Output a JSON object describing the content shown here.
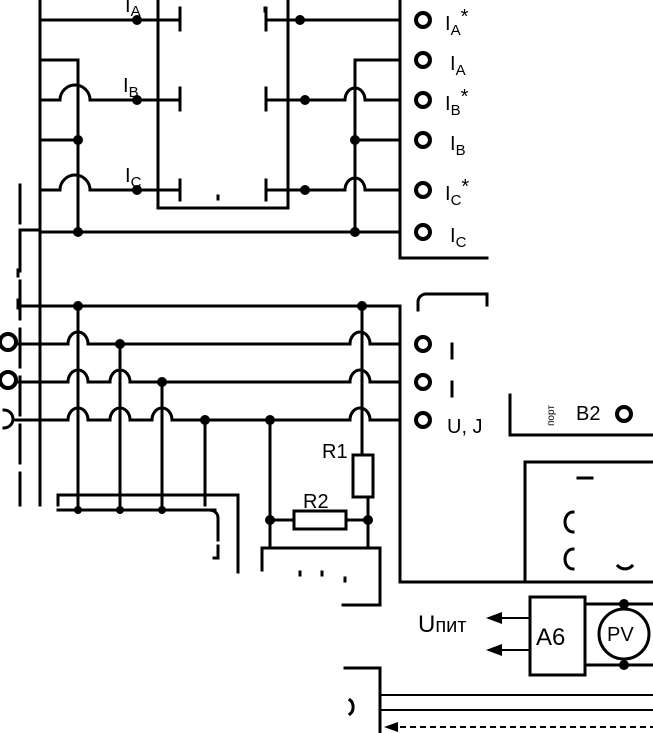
{
  "current_terminals": {
    "ia_star": {
      "main": "I",
      "sub": "A",
      "star": "*"
    },
    "ia": {
      "main": "I",
      "sub": "A"
    },
    "ib_star": {
      "main": "I",
      "sub": "B",
      "star": "*"
    },
    "ib": {
      "main": "I",
      "sub": "B"
    },
    "ic_star": {
      "main": "I",
      "sub": "C",
      "star": "*"
    },
    "ic": {
      "main": "I",
      "sub": "C"
    }
  },
  "phase_labels": {
    "a": {
      "main": "I",
      "sub": "A"
    },
    "b": {
      "main": "I",
      "sub": "B"
    },
    "c": {
      "main": "I",
      "sub": "C"
    }
  },
  "resistors": {
    "r1": "R1",
    "r2": "R2"
  },
  "port": {
    "label": "порт",
    "b2": "B2"
  },
  "supply": {
    "main": "U",
    "sub": "пит"
  },
  "block_a6": "A6",
  "voltmeter": "PV",
  "partial_voltage_terminal": "U, J"
}
